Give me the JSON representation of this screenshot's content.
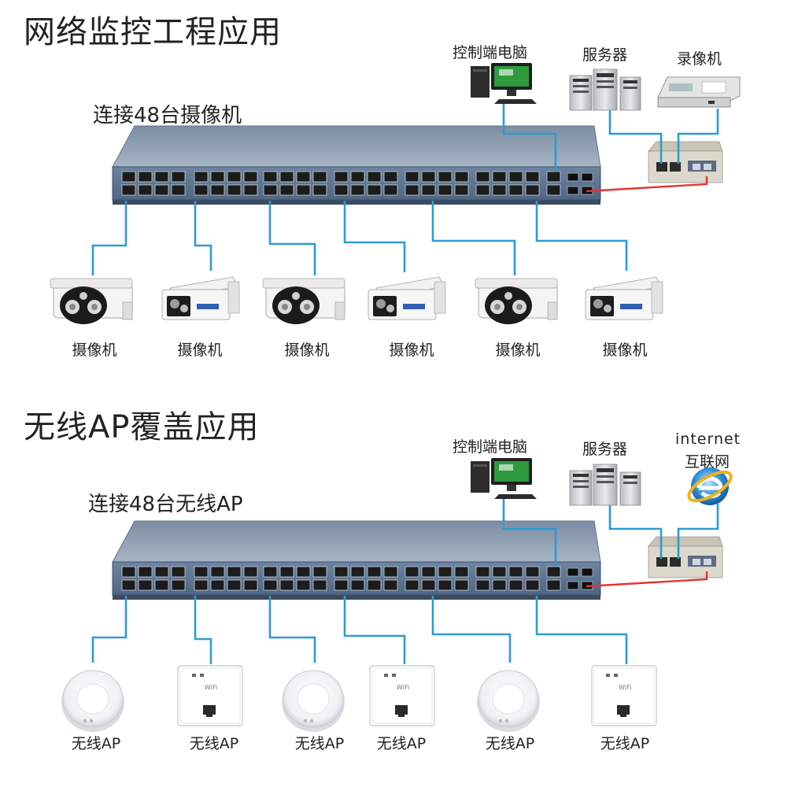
{
  "colors": {
    "wire": "#2e9bd3",
    "fiber": "#e23333",
    "switch_body": "#8f9fb4",
    "switch_face": "#59718d"
  },
  "surveillance": {
    "title": "网络监控工程应用",
    "subtitle": "连接48台摄像机",
    "pc_label": "控制端电脑",
    "server_label": "服务器",
    "recorder_label": "录像机",
    "endpoints": [
      {
        "label": "摄像机",
        "icon": "bullet-camera-icon"
      },
      {
        "label": "摄像机",
        "icon": "box-camera-icon"
      },
      {
        "label": "摄像机",
        "icon": "bullet-camera-icon"
      },
      {
        "label": "摄像机",
        "icon": "box-camera-icon"
      },
      {
        "label": "摄像机",
        "icon": "bullet-camera-icon"
      },
      {
        "label": "摄像机",
        "icon": "box-camera-icon"
      }
    ]
  },
  "wireless": {
    "title": "无线AP覆盖应用",
    "subtitle": "连接48台无线AP",
    "pc_label": "控制端电脑",
    "server_label": "服务器",
    "internet_label_1": "internet",
    "internet_label_2": "互联网",
    "endpoints": [
      {
        "label": "无线AP",
        "icon": "ceiling-ap-icon"
      },
      {
        "label": "无线AP",
        "icon": "panel-ap-icon"
      },
      {
        "label": "无线AP",
        "icon": "ceiling-ap-icon"
      },
      {
        "label": "无线AP",
        "icon": "panel-ap-icon"
      },
      {
        "label": "无线AP",
        "icon": "ceiling-ap-icon"
      },
      {
        "label": "无线AP",
        "icon": "panel-ap-icon"
      }
    ]
  }
}
